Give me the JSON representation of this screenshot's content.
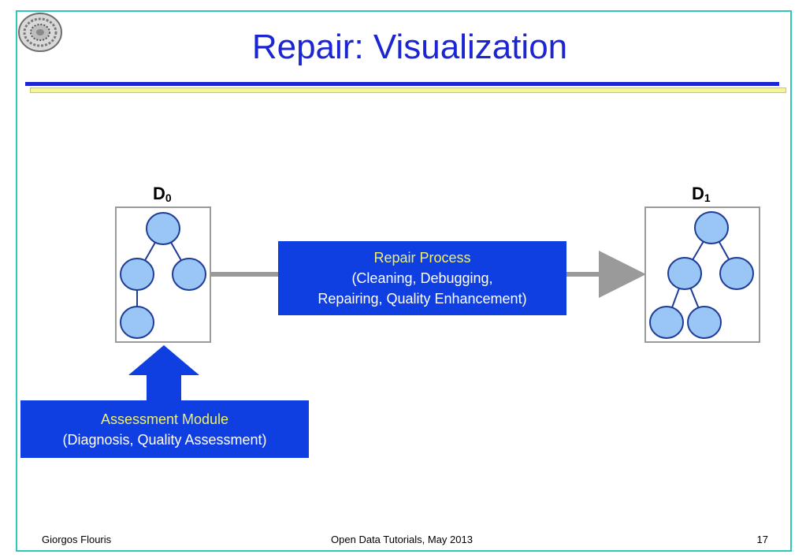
{
  "slide": {
    "title": "Repair: Visualization",
    "footer": {
      "author": "Giorgos Flouris",
      "event": "Open Data Tutorials, May 2013",
      "page_number": "17"
    }
  },
  "diagram": {
    "d0": {
      "label": "D",
      "subscript": "0"
    },
    "d1": {
      "label": "D",
      "subscript": "1"
    },
    "repair_process": {
      "title": "Repair Process",
      "line1": "(Cleaning, Debugging,",
      "line2": "Repairing, Quality Enhancement)"
    },
    "assessment_module": {
      "title": "Assessment Module",
      "line1": "(Diagnosis, Quality Assessment)"
    }
  },
  "colors": {
    "title": "#1b25d1",
    "box_fill": "#0f3fe0",
    "box_title": "#f2f06a",
    "node_fill": "#99c6f4",
    "node_stroke": "#1e3b96",
    "frame": "#2fc7b7",
    "connector": "#9a9a9a"
  }
}
